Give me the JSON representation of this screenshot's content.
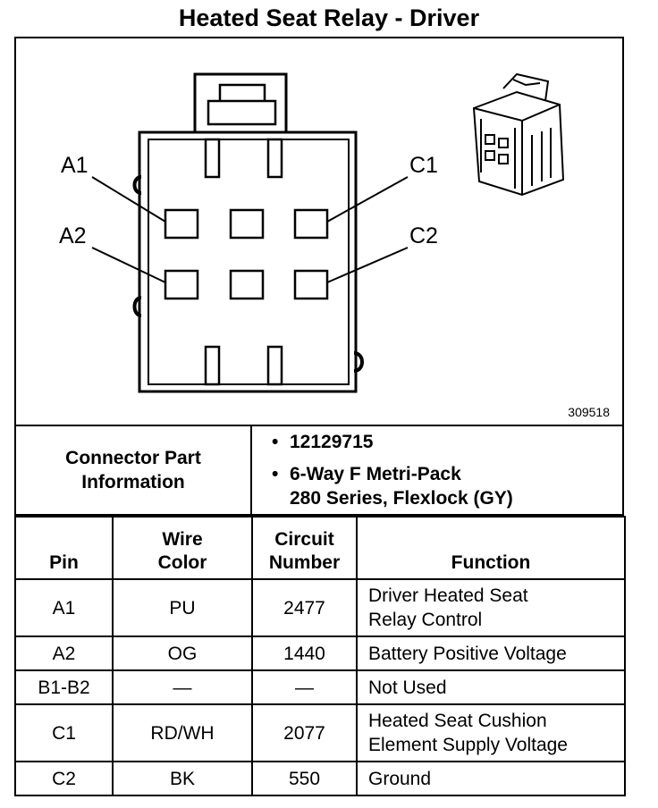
{
  "title": "Heated Seat Relay - Driver",
  "diagram": {
    "drawing_number": "309518",
    "pin_labels": {
      "a1": "A1",
      "a2": "A2",
      "c1": "C1",
      "c2": "C2"
    }
  },
  "connector_info": {
    "label_line1": "Connector Part",
    "label_line2": "Information",
    "bullet": "•",
    "part_number": "12129715",
    "type_line1": "6-Way F Metri-Pack",
    "type_line2": "280 Series, Flexlock (GY)"
  },
  "table": {
    "headers": {
      "pin": "Pin",
      "wire_color_1": "Wire",
      "wire_color_2": "Color",
      "circuit_1": "Circuit",
      "circuit_2": "Number",
      "function": "Function"
    },
    "rows": [
      {
        "pin": "A1",
        "wire": "PU",
        "circuit": "2477",
        "function_1": "Driver Heated Seat",
        "function_2": "Relay Control"
      },
      {
        "pin": "A2",
        "wire": "OG",
        "circuit": "1440",
        "function_1": "Battery Positive Voltage",
        "function_2": ""
      },
      {
        "pin": "B1-B2",
        "wire": "—",
        "circuit": "—",
        "function_1": "Not Used",
        "function_2": ""
      },
      {
        "pin": "C1",
        "wire": "RD/WH",
        "circuit": "2077",
        "function_1": "Heated Seat Cushion",
        "function_2": "Element Supply Voltage"
      },
      {
        "pin": "C2",
        "wire": "BK",
        "circuit": "550",
        "function_1": "Ground",
        "function_2": ""
      }
    ]
  }
}
